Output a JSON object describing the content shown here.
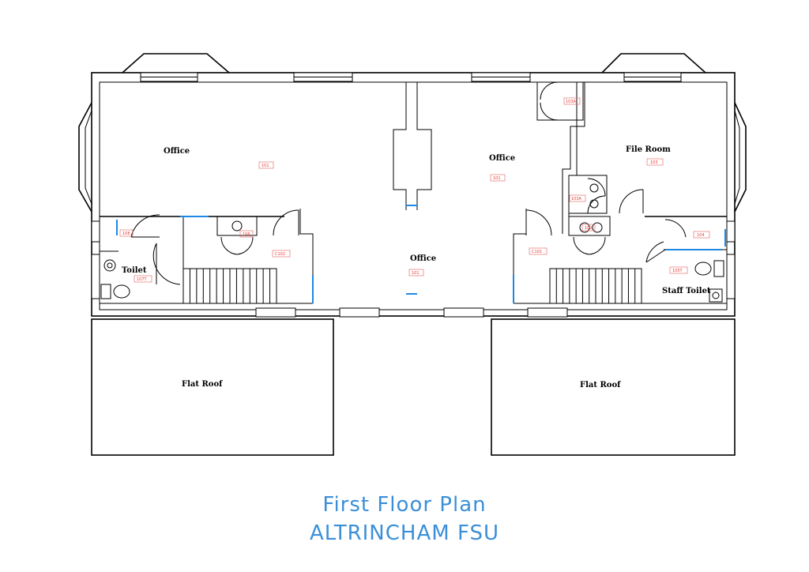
{
  "rooms": {
    "office_left": {
      "label": "Office",
      "tag": "101"
    },
    "office_center_top": {
      "label": "Office",
      "tag": "101"
    },
    "office_center": {
      "label": "Office",
      "tag": "101"
    },
    "file_room": {
      "label": "File Room",
      "tag": "103"
    },
    "toilet": {
      "label": "Toilet",
      "tag": "107T"
    },
    "staff_toilet": {
      "label": "Staff Toilet",
      "tag": "105T"
    },
    "flat_roof_left": {
      "label": "Flat Roof"
    },
    "flat_roof_right": {
      "label": "Flat Roof"
    }
  },
  "tags": {
    "c102": "C102",
    "c101": "C101",
    "t106": "106",
    "t108": "108",
    "t104": "104",
    "t102": "102",
    "t103a": "103A",
    "t103a2": "103A"
  },
  "title": {
    "line1": "First Floor Plan",
    "line2": "ALTRINCHAM FSU"
  },
  "colors": {
    "title": "#3b8fd8",
    "tag": "#e53935",
    "accent_blue": "#1e88e5"
  }
}
